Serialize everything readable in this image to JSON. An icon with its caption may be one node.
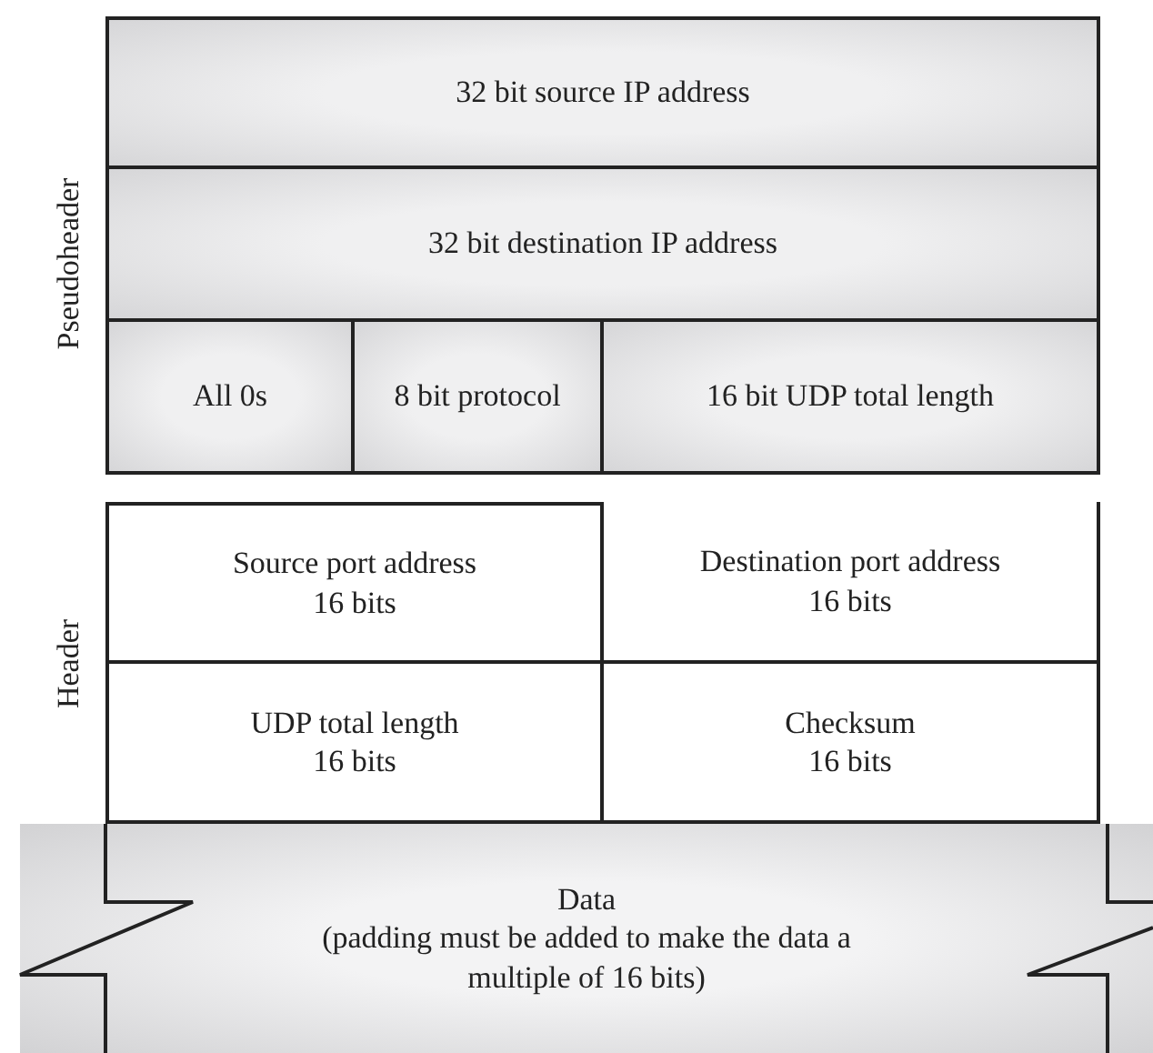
{
  "diagram": {
    "nodes": [
      {
        "text": [
          "32 bit source IP address"
        ]
      },
      {
        "text": [
          "32 bit destination IP address"
        ]
      },
      {
        "text": [
          "All 0s"
        ]
      },
      {
        "text": [
          "8 bit protocol"
        ]
      },
      {
        "text": [
          "16 bit UDP total length"
        ]
      },
      {
        "text": [
          "Source port address",
          "16 bits"
        ]
      },
      {
        "text": [
          "Destination port address",
          "16 bits"
        ]
      },
      {
        "text": [
          "UDP total length",
          "16 bits"
        ]
      },
      {
        "text": [
          "Checksum",
          "16 bits"
        ]
      },
      {
        "text": [
          "Data",
          "(padding must be added to make the data a multiple of 16 bits)"
        ]
      }
    ],
    "labels": [
      "Pseudoheader",
      "Header"
    ]
  }
}
